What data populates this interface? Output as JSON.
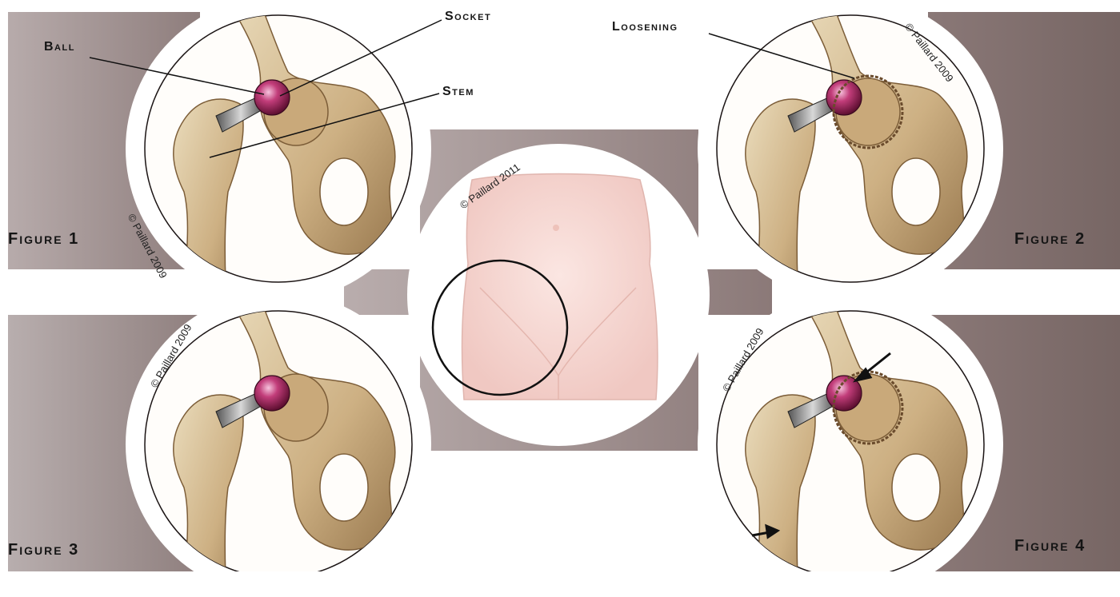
{
  "figures": [
    {
      "label": "Figure 1",
      "copyright": "© Paillard 2009"
    },
    {
      "label": "Figure 2",
      "copyright": "© Paillard 2009"
    },
    {
      "label": "Figure 3",
      "copyright": "© Paillard 2009"
    },
    {
      "label": "Figure 4",
      "copyright": "© Paillard 2009"
    }
  ],
  "center": {
    "copyright": "© Paillard 2011"
  },
  "callouts": {
    "ball": "Ball",
    "socket": "Socket",
    "stem": "Stem",
    "loosening": "Loosening"
  },
  "colors": {
    "bone": "#d6c29a",
    "bone_dark": "#8a6b45",
    "ball": "#b3245f",
    "skin": "#f6d7d3",
    "band": "#8e7d7c"
  }
}
